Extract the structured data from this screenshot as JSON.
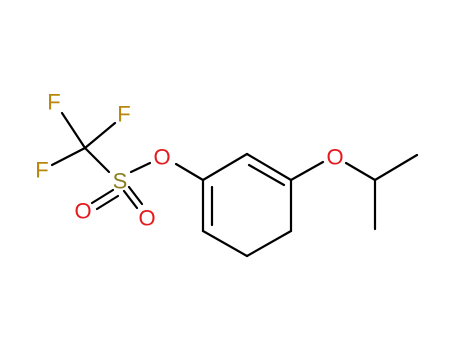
{
  "colors": {
    "bond": "#000000",
    "background": "#ffffff",
    "F": "#b8860b",
    "S": "#8b7d1f",
    "O": "#e41a1c"
  },
  "atoms": {
    "F1": "F",
    "F2": "F",
    "F3": "F",
    "S1": "S",
    "O_link": "O",
    "O_sulfonyl_1": "O",
    "O_sulfonyl_2": "O",
    "O_ether": "O"
  }
}
